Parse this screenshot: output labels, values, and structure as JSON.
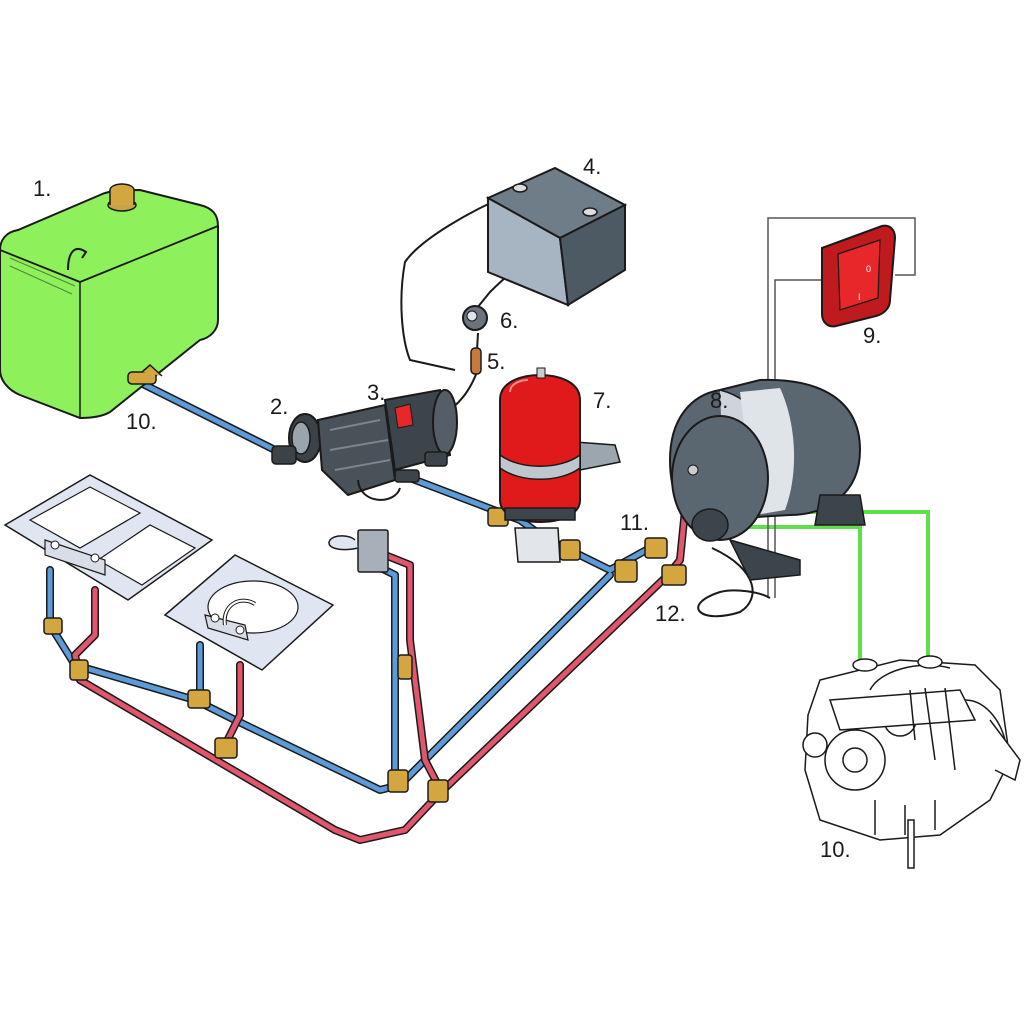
{
  "labels": {
    "tank": "1.",
    "strainer": "2.",
    "pump": "3.",
    "battery": "4.",
    "fuse": "5.",
    "pump_switch": "6.",
    "accumulator": "7.",
    "water_heater": "8.",
    "rocker_switch": "9.",
    "tank_valve": "10.",
    "engine": "10.",
    "heater_inlet": "11.",
    "heater_outlet": "12."
  },
  "rocker_switch_marks": {
    "off": "0",
    "on": "I"
  },
  "colors": {
    "tank": "#8ef05a",
    "cold_line": "#5d9bd8",
    "hot_line": "#e0566c",
    "coolant_line": "#5fe04a",
    "accumulator": "#e01a1a",
    "switch": "#e8272a",
    "battery": "#8c9ba8",
    "heater": "#5a6670",
    "brass": "#d4a640",
    "sink": "#dfe6f2"
  }
}
